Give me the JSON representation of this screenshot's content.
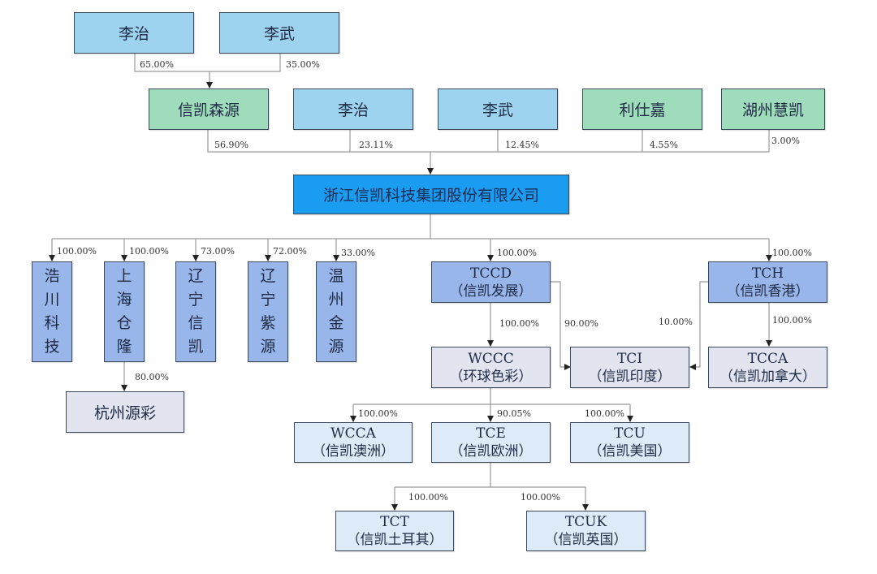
{
  "title": "浙江信凯科技集团股份有限公司 股权结构图",
  "nodes": {
    "lizhi_top": "李治",
    "liwu_top": "李武",
    "xinkai_senyuan": "信凯森源",
    "lizhi": "李治",
    "liwu": "李武",
    "lishijia": "利仕嘉",
    "huzhou_huikai": "湖州慧凯",
    "company": "浙江信凯科技集团股份有限公司",
    "haochuan": [
      "浩",
      "川",
      "科",
      "技"
    ],
    "shanghai_canglong": [
      "上",
      "海",
      "仓",
      "隆"
    ],
    "liaoning_xinkai": [
      "辽",
      "宁",
      "信",
      "凯"
    ],
    "liaoning_ziyuan": [
      "辽",
      "宁",
      "紫",
      "源"
    ],
    "wenzhou_jinyuan": [
      "温",
      "州",
      "金",
      "源"
    ],
    "hangzhou_yuancai": "杭州源彩",
    "tccd": {
      "code": "TCCD",
      "name": "（信凯发展）"
    },
    "tch": {
      "code": "TCH",
      "name": "（信凯香港）"
    },
    "wccc": {
      "code": "WCCC",
      "name": "（环球色彩）"
    },
    "tci": {
      "code": "TCI",
      "name": "（信凯印度）"
    },
    "tcca": {
      "code": "TCCA",
      "name": "（信凯加拿大）"
    },
    "wcca": {
      "code": "WCCA",
      "name": "（信凯澳洲）"
    },
    "tce": {
      "code": "TCE",
      "name": "（信凯欧洲）"
    },
    "tcu": {
      "code": "TCU",
      "name": "（信凯美国）"
    },
    "tct": {
      "code": "TCT",
      "name": "（信凯土耳其）"
    },
    "tcuk": {
      "code": "TCUK",
      "name": "（信凯英国）"
    }
  },
  "percentages": {
    "lizhi_to_senyuan": "65.00%",
    "liwu_to_senyuan": "35.00%",
    "senyuan_to_company": "56.90%",
    "lizhi_to_company": "23.11%",
    "liwu_to_company": "12.45%",
    "lishijia_to_company": "4.55%",
    "huzhou_to_company": "3.00%",
    "to_haochuan": "100.00%",
    "to_shanghai": "100.00%",
    "to_liaoning_xinkai": "73.00%",
    "to_liaoning_ziyuan": "72.00%",
    "to_wenzhou": "33.00%",
    "to_tccd": "100.00%",
    "to_tch": "100.00%",
    "shanghai_to_hangzhou": "80.00%",
    "tccd_to_wccc": "100.00%",
    "tccd_to_tci": "90.00%",
    "tch_to_tci": "10.00%",
    "tch_to_tcca": "100.00%",
    "wccc_to_wcca": "100.00%",
    "wccc_to_tce": "90.05%",
    "wccc_to_tcu": "100.00%",
    "tce_to_tct": "100.00%",
    "tce_to_tcuk": "100.00%"
  },
  "colors": {
    "person": "#9dd3ef",
    "entity_green": "#9fdcbb",
    "main_company": "#1a9cf0",
    "subsidiary_level1": "#98b6ea",
    "subsidiary_level2": "#e2e4f0",
    "subsidiary_level3": "#dcebf7",
    "line": "#9a9a9a"
  }
}
